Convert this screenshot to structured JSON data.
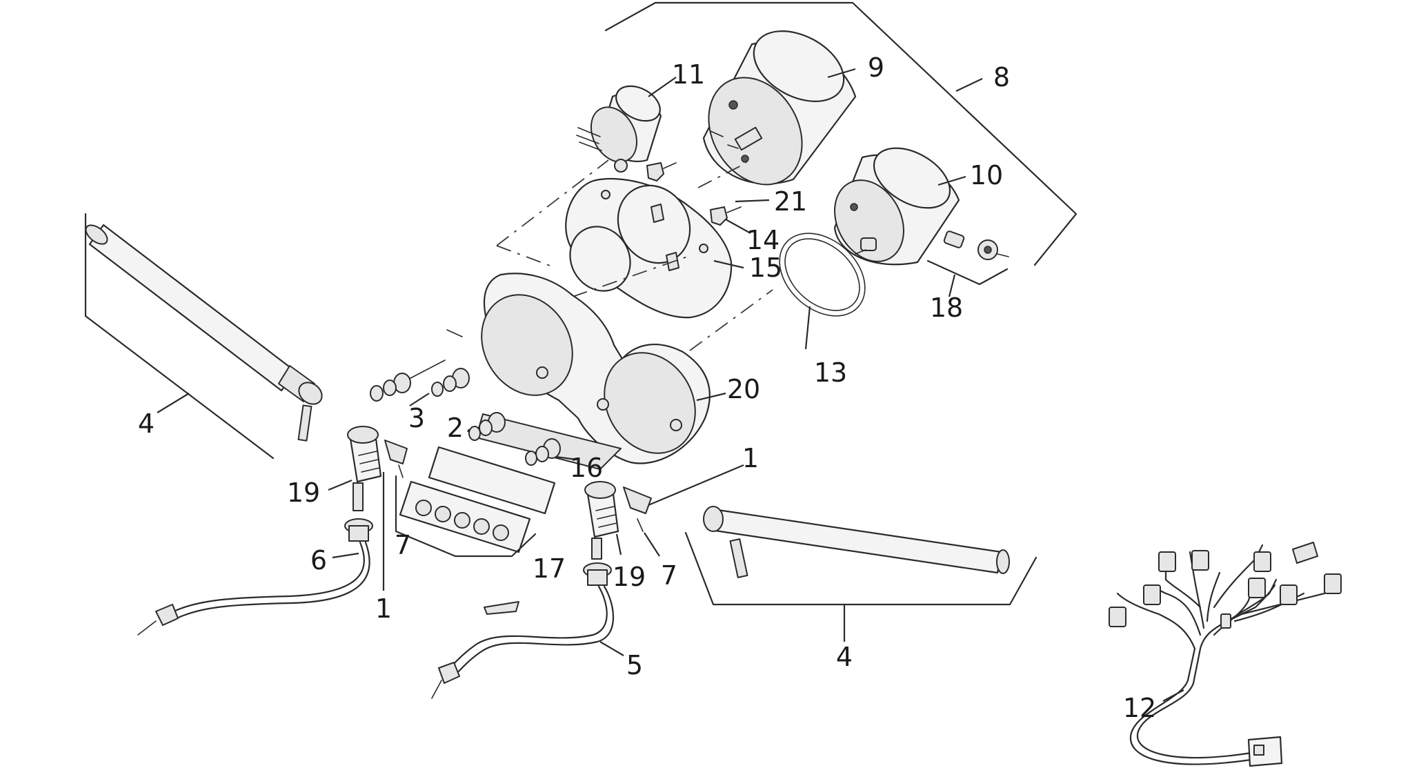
{
  "diagram": {
    "callouts": [
      {
        "id": "c1a",
        "text": "1"
      },
      {
        "id": "c1b",
        "text": "1"
      },
      {
        "id": "c2",
        "text": "2"
      },
      {
        "id": "c3",
        "text": "3"
      },
      {
        "id": "c4a",
        "text": "4"
      },
      {
        "id": "c4b",
        "text": "4"
      },
      {
        "id": "c5",
        "text": "5"
      },
      {
        "id": "c6",
        "text": "6"
      },
      {
        "id": "c7a",
        "text": "7"
      },
      {
        "id": "c7b",
        "text": "7"
      },
      {
        "id": "c8",
        "text": "8"
      },
      {
        "id": "c9",
        "text": "9"
      },
      {
        "id": "c10",
        "text": "10"
      },
      {
        "id": "c11",
        "text": "11"
      },
      {
        "id": "c12",
        "text": "12"
      },
      {
        "id": "c13",
        "text": "13"
      },
      {
        "id": "c14",
        "text": "14"
      },
      {
        "id": "c15",
        "text": "15"
      },
      {
        "id": "c16",
        "text": "16"
      },
      {
        "id": "c17",
        "text": "17"
      },
      {
        "id": "c18",
        "text": "18"
      },
      {
        "id": "c19a",
        "text": "19"
      },
      {
        "id": "c19b",
        "text": "19"
      },
      {
        "id": "c20",
        "text": "20"
      },
      {
        "id": "c21",
        "text": "21"
      }
    ]
  }
}
